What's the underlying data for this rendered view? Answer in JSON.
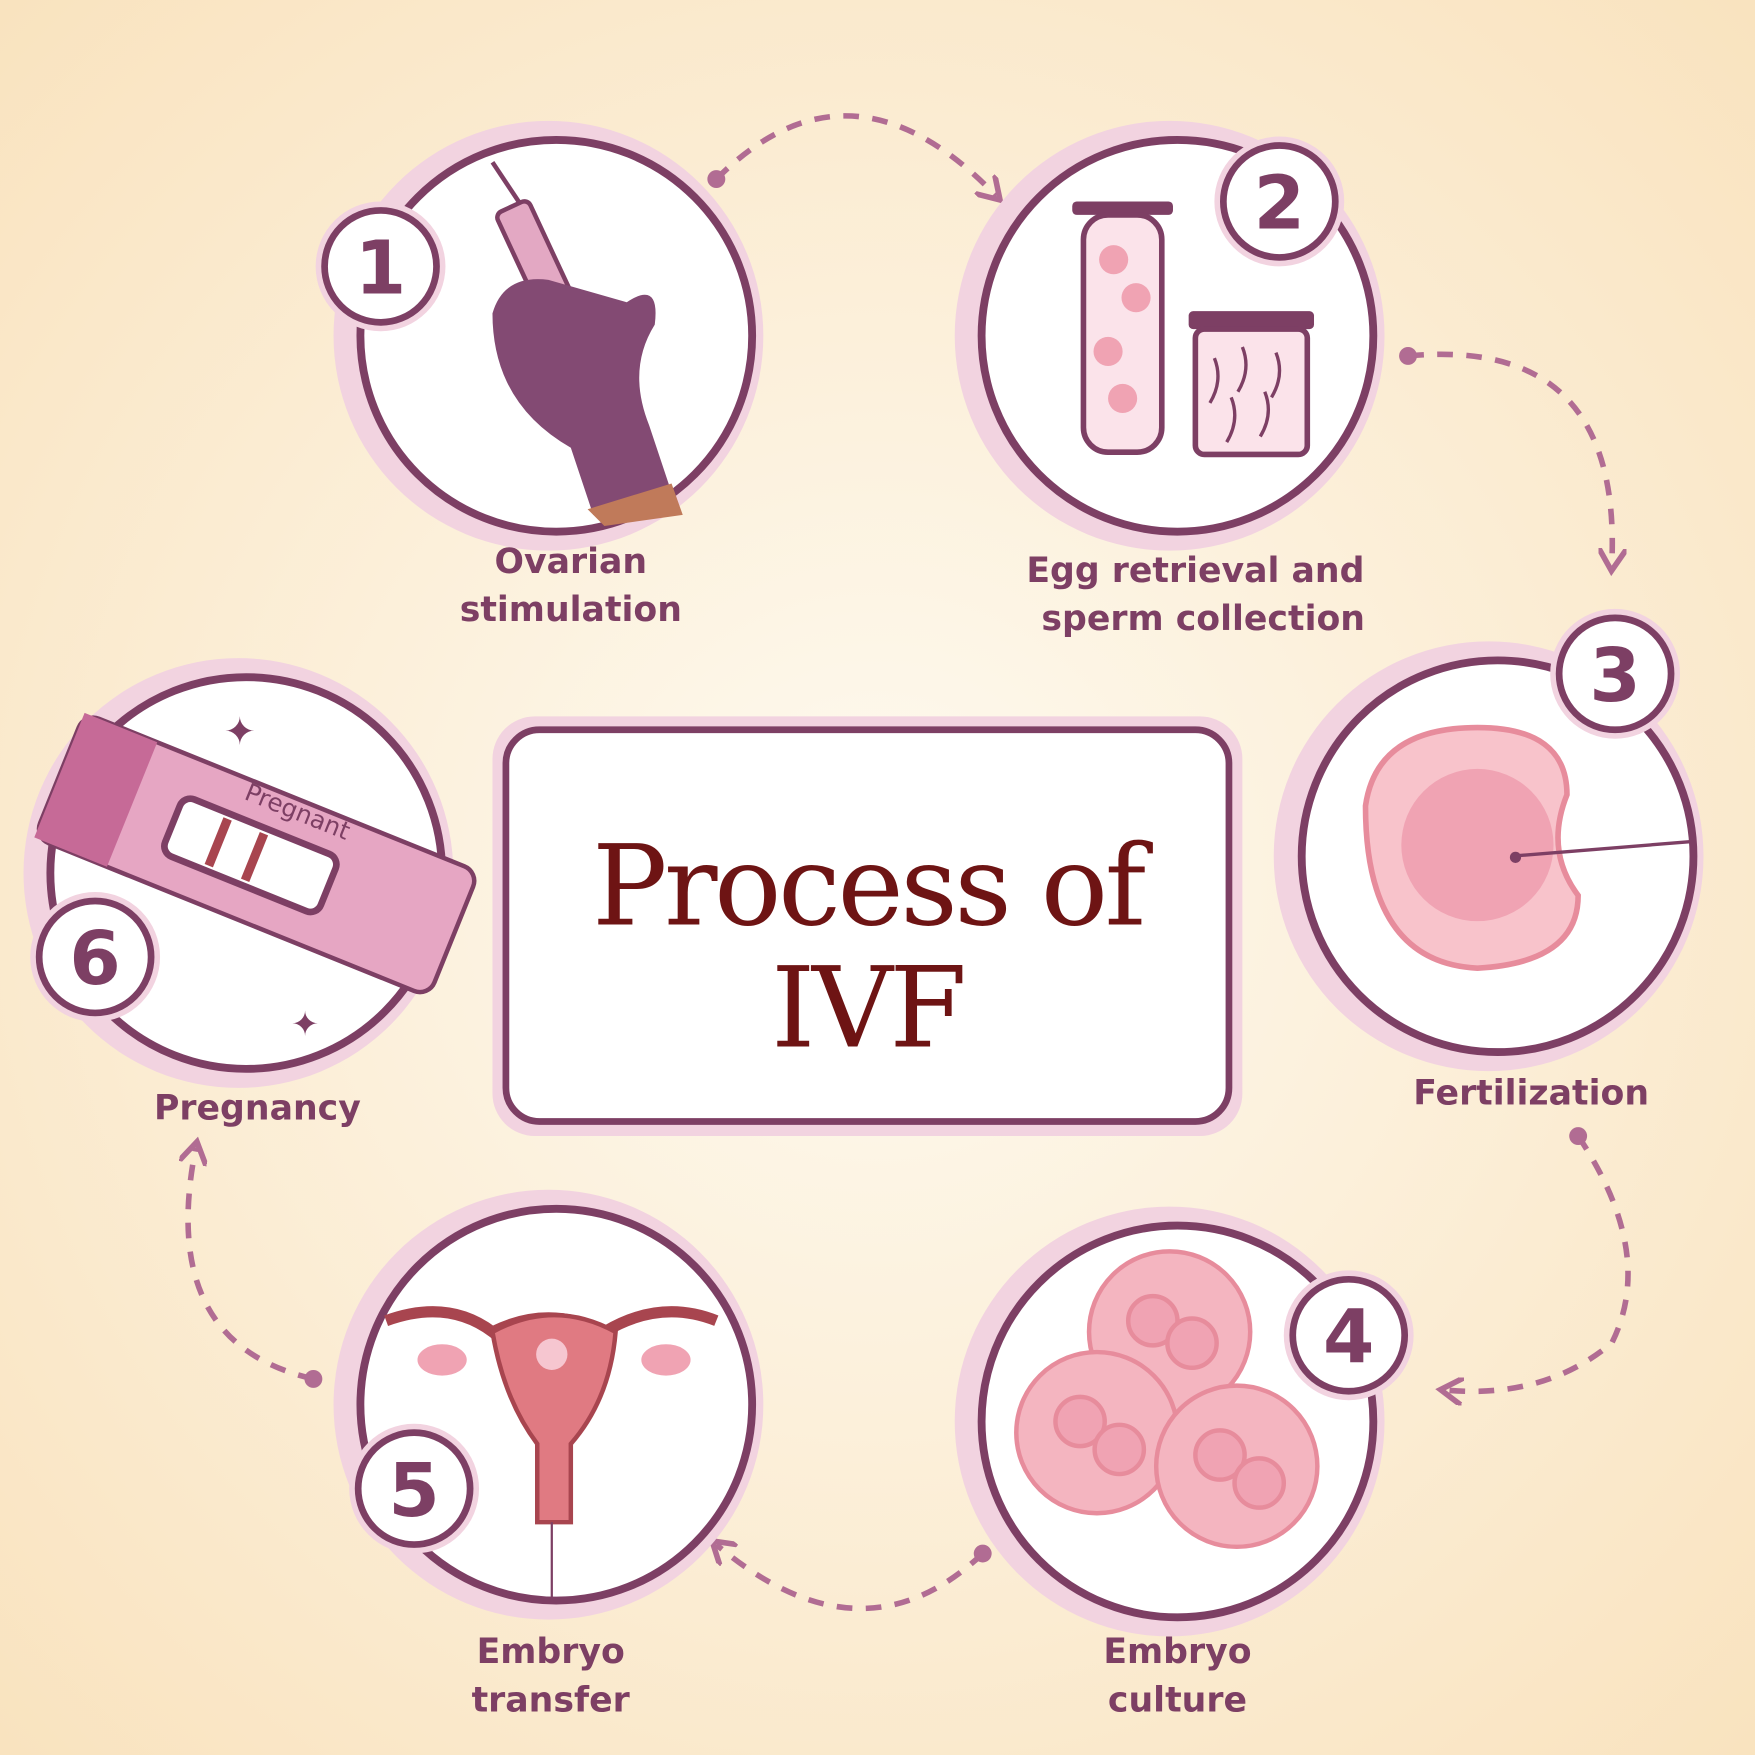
{
  "title": {
    "line1": "Process of",
    "line2": "IVF"
  },
  "steps": [
    {
      "number": "1",
      "label_lines": [
        "Ovarian",
        "stimulation"
      ]
    },
    {
      "number": "2",
      "label_lines": [
        "Egg retrieval and",
        "sperm collection"
      ]
    },
    {
      "number": "3",
      "label_lines": [
        "Fertilization"
      ]
    },
    {
      "number": "4",
      "label_lines": [
        "Embryo",
        "culture"
      ]
    },
    {
      "number": "5",
      "label_lines": [
        "Embryo",
        "transfer"
      ]
    },
    {
      "number": "6",
      "label_lines": [
        "Pregnancy"
      ]
    }
  ],
  "pregnancy_test_text": "Pregnant",
  "colors": {
    "background": "#fbeedb",
    "accent": "#7d3f64",
    "title": "#6e1414",
    "pink": "#f0a3b3"
  }
}
